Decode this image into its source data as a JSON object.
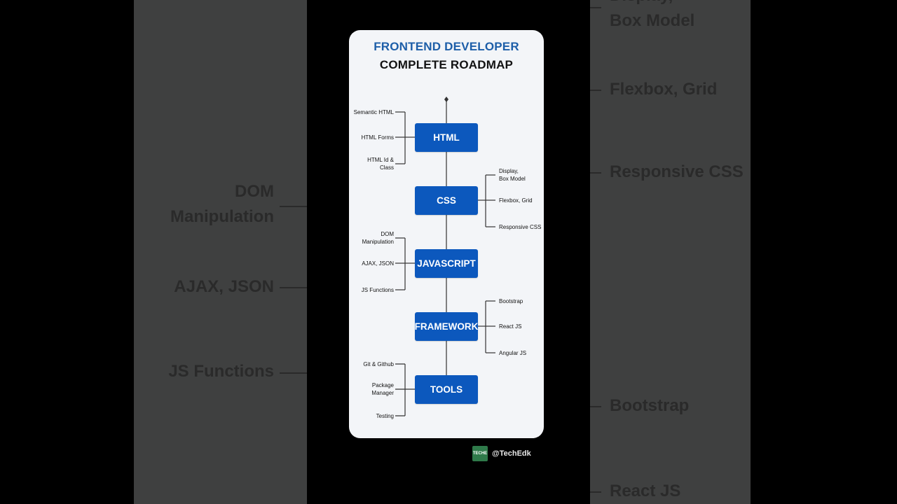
{
  "card": {
    "title": "FRONTEND DEVELOPER",
    "subtitle": "COMPLETE ROADMAP"
  },
  "stages": [
    {
      "label": "HTML",
      "side": "left",
      "topics": [
        "Semantic HTML",
        "HTML Forms",
        "HTML Id &\nClass"
      ]
    },
    {
      "label": "CSS",
      "side": "right",
      "topics": [
        "Display,\nBox Model",
        "Flexbox, Grid",
        "Responsive CSS"
      ]
    },
    {
      "label": "JAVASCRIPT",
      "side": "left",
      "topics": [
        "DOM\nManipulation",
        "AJAX, JSON",
        "JS Functions"
      ]
    },
    {
      "label": "FRAMEWORK",
      "side": "right",
      "topics": [
        "Bootstrap",
        "React JS",
        "Angular JS"
      ]
    },
    {
      "label": "TOOLS",
      "side": "left",
      "topics": [
        "Git & Github",
        "Package\nManager",
        "Testing"
      ]
    }
  ],
  "background": {
    "left_labels": [
      "DOM\nManipulation",
      "AJAX, JSON",
      "JS Functions"
    ],
    "right_labels": [
      "Display,\nBox Model",
      "Flexbox, Grid",
      "Responsive CSS",
      "Bootstrap",
      "React JS"
    ]
  },
  "watermark": {
    "logo_text": "TECHE",
    "handle": "@TechEdk"
  },
  "colors": {
    "node_fill": "#0c58bd",
    "title_blue": "#1d5ea8",
    "card_bg": "#f3f5f8",
    "connector": "#333333"
  }
}
